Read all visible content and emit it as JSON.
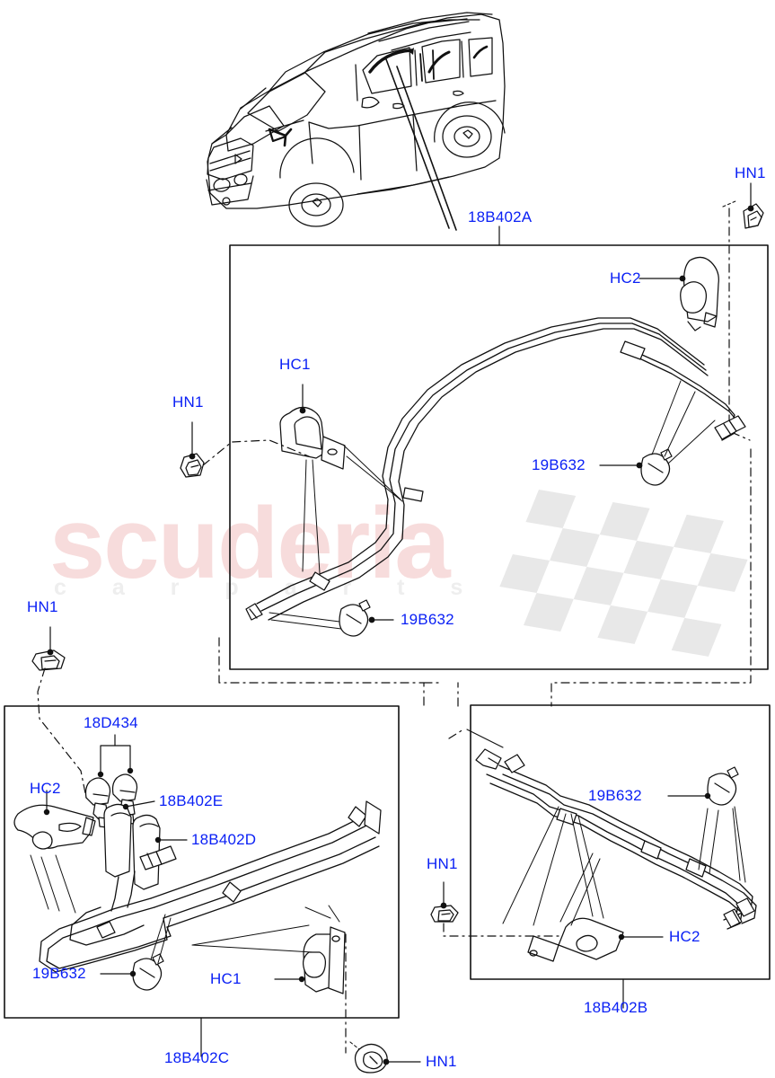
{
  "diagram": {
    "title": "18B402A",
    "watermark": {
      "brand": "scuderia",
      "tagline": "c a r p a r t s"
    },
    "label_color": "#0b21f5"
  },
  "labels": {
    "main_callout": "18B402A",
    "top_right_fastener": "HN1",
    "main_hc2": "HC2",
    "main_hc1": "HC1",
    "main_left_fastener": "HN1",
    "main_clamp_right": "19B632",
    "main_clamp_left": "19B632",
    "left_panel_fastener": "HN1",
    "left_panel_valves": "18D434",
    "left_panel_hose_e": "18B402E",
    "left_panel_hose_d": "18B402D",
    "left_panel_hc2": "HC2",
    "left_panel_clamp": "19B632",
    "left_panel_hc1": "HC1",
    "left_panel_title": "18B402C",
    "bottom_fastener": "HN1",
    "right_panel_clamp": "19B632",
    "right_panel_fastener": "HN1",
    "right_panel_hc2": "HC2",
    "right_panel_title": "18B402B"
  }
}
